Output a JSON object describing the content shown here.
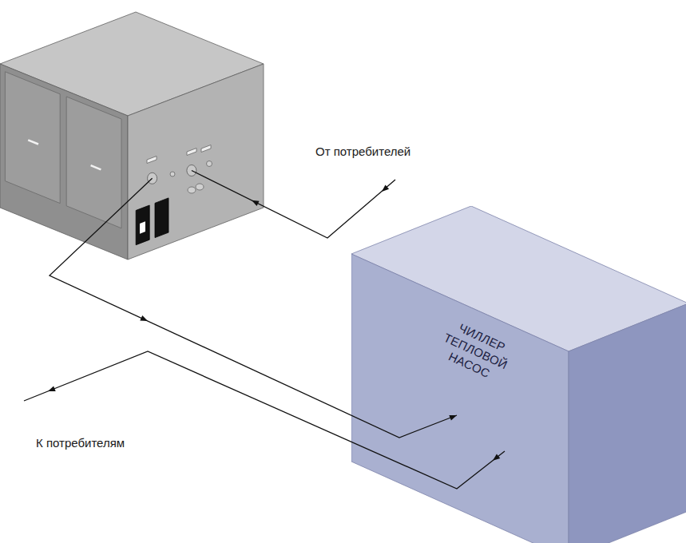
{
  "diagram": {
    "nodes": [
      {
        "text": [
          "ЧИЛЛЕР ТЕПЛОВОЙ НАСОС"
        ]
      }
    ],
    "labels": [
      "От потребителей",
      "К потребителям"
    ]
  }
}
